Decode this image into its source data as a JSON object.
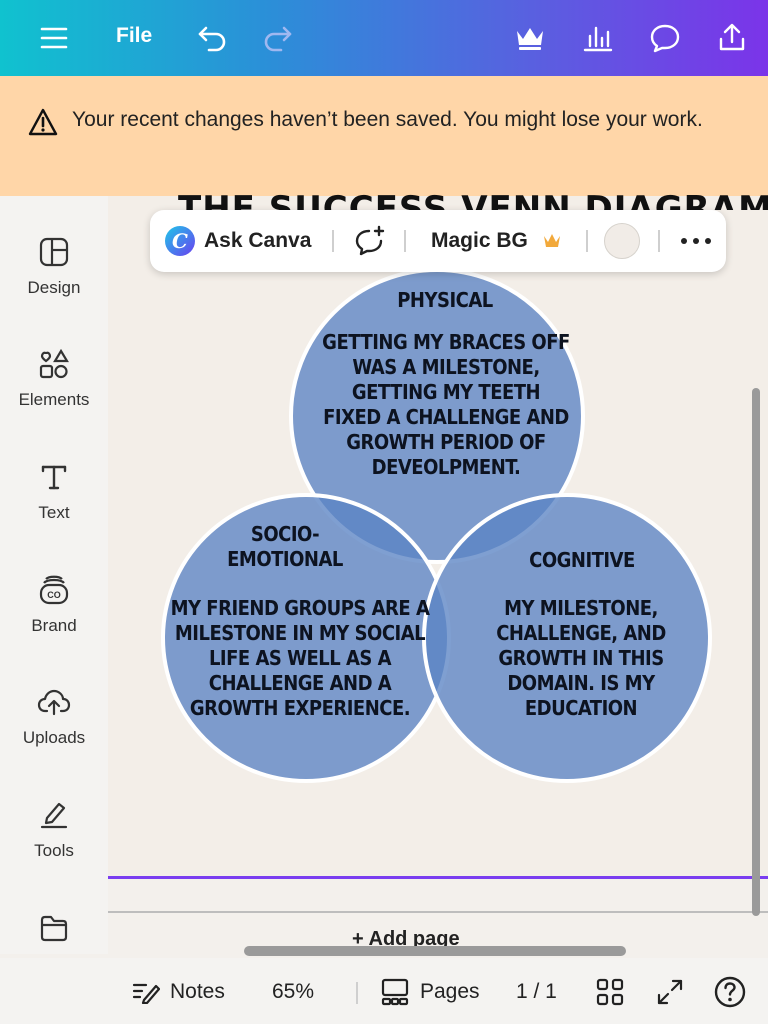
{
  "topbar": {
    "file_label": "File",
    "icons": [
      "menu-icon",
      "undo-icon",
      "redo-icon",
      "crown-icon",
      "chart-icon",
      "comment-icon",
      "share-icon"
    ]
  },
  "banner": {
    "message": "Your recent changes haven’t been saved. You might lose your work."
  },
  "sidebar": {
    "items": [
      {
        "label": "Design",
        "icon": "design-icon"
      },
      {
        "label": "Elements",
        "icon": "elements-icon"
      },
      {
        "label": "Text",
        "icon": "text-icon"
      },
      {
        "label": "Brand",
        "icon": "brand-icon"
      },
      {
        "label": "Uploads",
        "icon": "uploads-icon"
      },
      {
        "label": "Tools",
        "icon": "tools-icon"
      },
      {
        "label": "",
        "icon": "folder-icon"
      }
    ]
  },
  "floatbar": {
    "ask_canva": "Ask Canva",
    "magic_bg": "Magic BG"
  },
  "canvas": {
    "title": "THE SUCCESS VENN DIAGRAM",
    "circle_color": "#5b84c4",
    "physical": {
      "heading": "PHYSICAL",
      "body": "GETTING MY BRACES OFF WAS A MILESTONE, GETTING MY TEETH FIXED A CHALLENGE AND GROWTH PERIOD OF DEVEOLPMENT."
    },
    "socio": {
      "heading": "SOCIO-EMOTIONAL",
      "body": "MY FRIEND GROUPS ARE A MILESTONE IN MY SOCIAL LIFE AS WELL AS A CHALLENGE AND A GROWTH EXPERIENCE."
    },
    "cognitive": {
      "heading": "COGNITIVE",
      "body": "MY MILESTONE, CHALLENGE, AND GROWTH IN THIS DOMAIN. IS MY EDUCATION"
    }
  },
  "add_page": "+ Add page",
  "bottombar": {
    "notes": "Notes",
    "zoom": "65%",
    "pages": "Pages",
    "page_count": "1 / 1"
  }
}
